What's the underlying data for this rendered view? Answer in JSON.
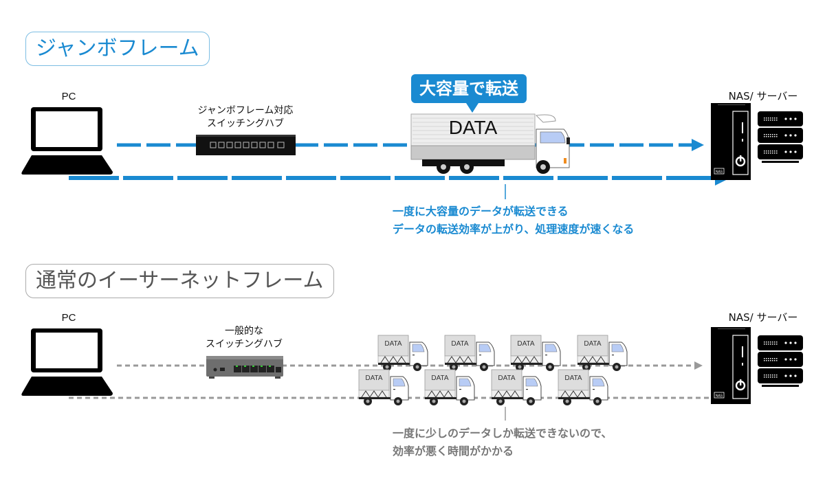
{
  "jumbo": {
    "title": "ジャンボフレーム",
    "pc_label": "PC",
    "switch_label_line1": "ジャンボフレーム対応",
    "switch_label_line2": "スイッチングハブ",
    "bubble": "大容量で転送",
    "truck_text": "DATA",
    "server_label": "NAS/ サーバー",
    "nas_badge": "NAS",
    "note_line1": "一度に大容量のデータが転送できる",
    "note_line2": "データの転送効率が上がり、処理速度が速くなる",
    "line_color": "#1a8ad1"
  },
  "normal": {
    "title": "通常のイーサーネットフレーム",
    "pc_label": "PC",
    "switch_label_line1": "一般的な",
    "switch_label_line2": "スイッチングハブ",
    "truck_text": "DATA",
    "truck_count": 8,
    "server_label": "NAS/ サーバー",
    "nas_badge": "NAS",
    "note_line1": "一度に少しのデータしか転送できないので、",
    "note_line2": "効率が悪く時間がかかる",
    "line_color": "#999999"
  }
}
